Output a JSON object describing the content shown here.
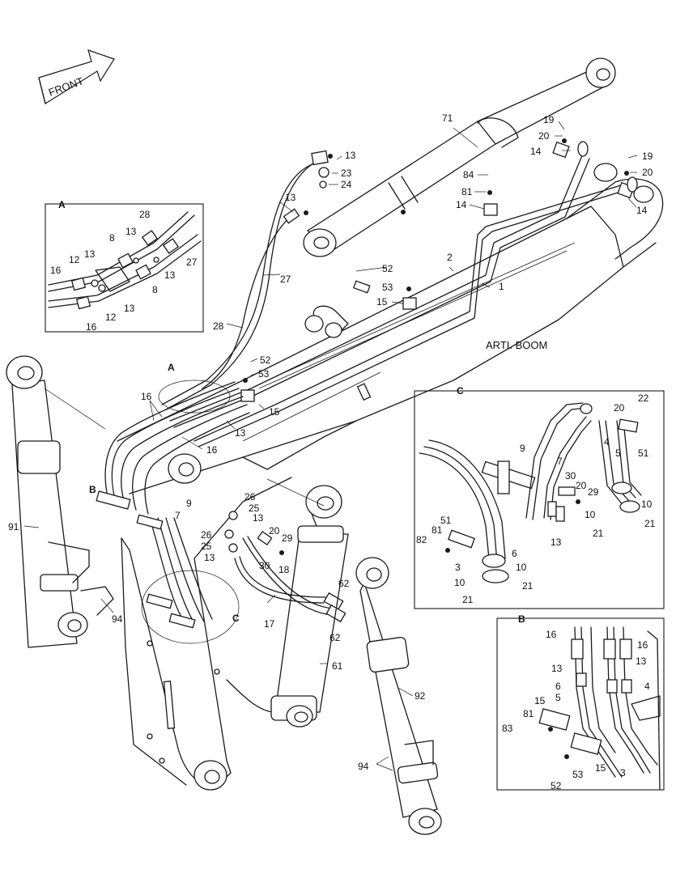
{
  "labels": {
    "front": "FRONT",
    "arti_boom": "ARTI. BOOM",
    "box_a": "A",
    "box_b": "B",
    "box_c": "C",
    "ref_a": "A",
    "ref_b": "B",
    "ref_c": "C"
  },
  "parts": {
    "p1": "1",
    "p2": "2",
    "p3": "3",
    "p4": "4",
    "p5": "5",
    "p6": "6",
    "p7": "7",
    "p8": "8",
    "p9": "9",
    "p10": "10",
    "p12": "12",
    "p13": "13",
    "p14": "14",
    "p15": "15",
    "p16": "16",
    "p17": "17",
    "p18": "18",
    "p19": "19",
    "p20": "20",
    "p21": "21",
    "p22": "22",
    "p23": "23",
    "p24": "24",
    "p25": "25",
    "p26": "26",
    "p27": "27",
    "p28": "28",
    "p29": "29",
    "p30": "30",
    "p51": "51",
    "p52": "52",
    "p53": "53",
    "p61": "61",
    "p62": "62",
    "p71": "71",
    "p81": "81",
    "p82": "82",
    "p83": "83",
    "p84": "84",
    "p91": "91",
    "p92": "92",
    "p94": "94"
  }
}
